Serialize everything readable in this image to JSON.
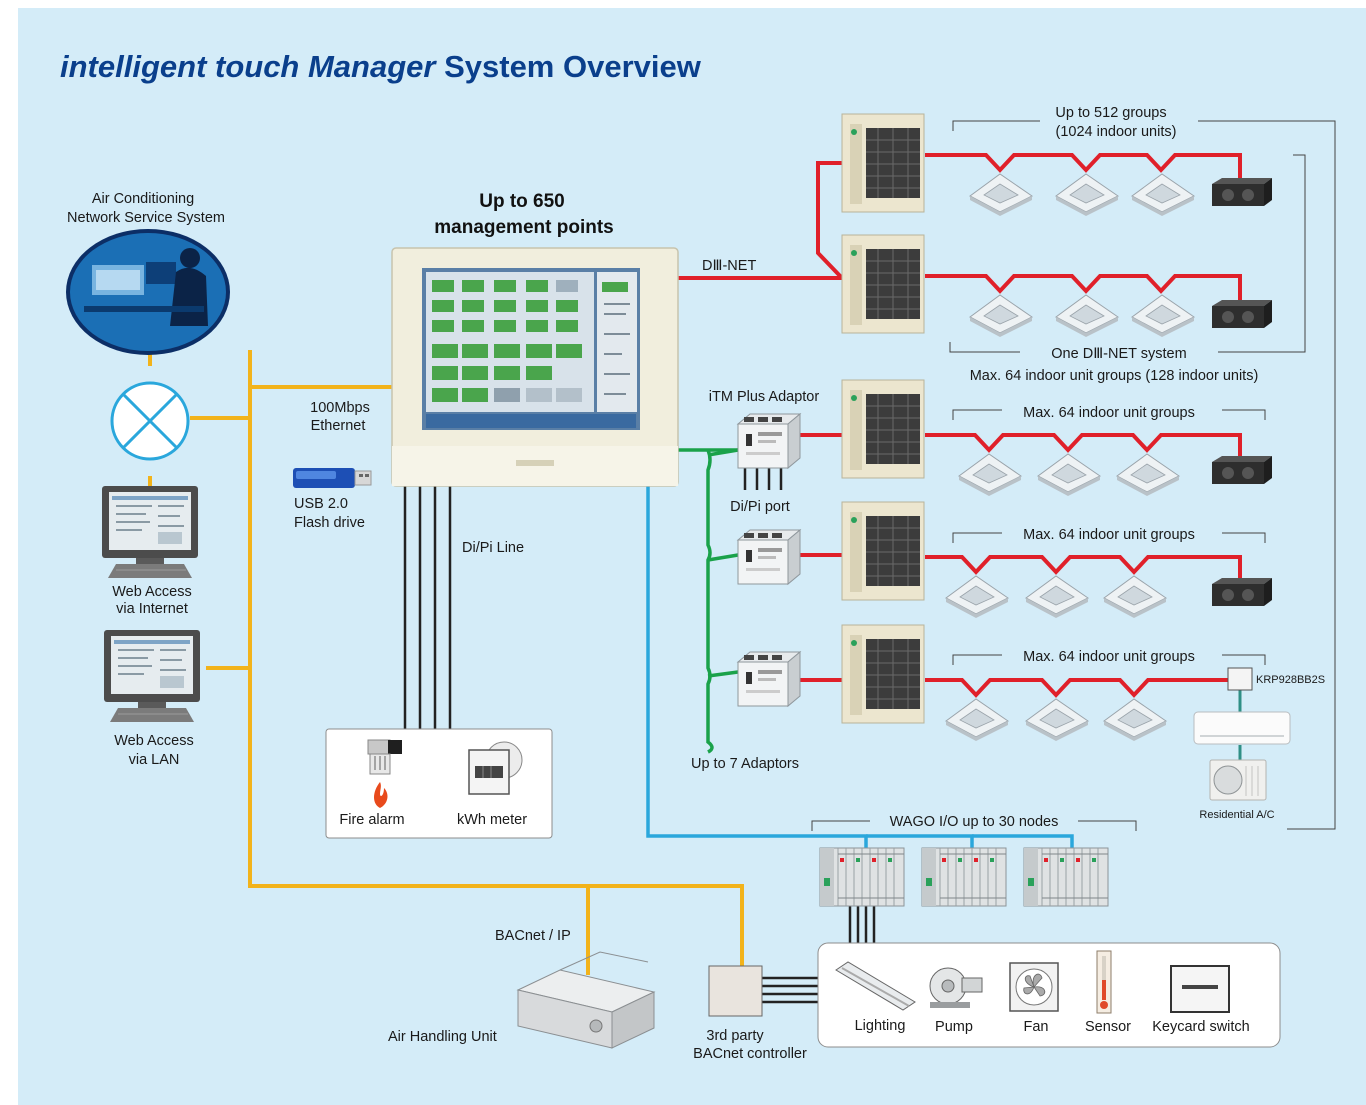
{
  "title": {
    "italic": "intelligent touch Manager",
    "rest": " System Overview"
  },
  "headline": {
    "line1": "Up to 650",
    "line2": "management points"
  },
  "colors": {
    "dnet": "#e0202a",
    "ethernet": "#f2b31b",
    "dipi": "#1aa24a",
    "wago": "#2aa7dc",
    "wire": "#222222",
    "title": "#0a3f8c",
    "background": "#d4ecf8"
  },
  "left": {
    "service_line1": "Air Conditioning",
    "service_line2": "Network Service System",
    "web_internet_line1": "Web Access",
    "web_internet_line2": "via Internet",
    "web_lan_line1": "Web Access",
    "web_lan_line2": "via LAN"
  },
  "connections": {
    "ethernet_line1": "100Mbps",
    "ethernet_line2": "Ethernet",
    "usb_line1": "USB 2.0",
    "usb_line2": "Flash drive",
    "dipi_line": "Di/Pi Line",
    "dnet": "DⅢ-NET",
    "bacnet": "BACnet / IP"
  },
  "dipi_devices": {
    "fire_alarm": "Fire alarm",
    "kwh_meter": "kWh meter"
  },
  "groups": {
    "top_line1": "Up to 512 groups",
    "top_line2": "(1024 indoor units)",
    "system_line1": "One DⅢ-NET system",
    "system_line2": "Max. 64 indoor unit groups (128 indoor units)",
    "adaptor_group": "Max. 64 indoor unit groups"
  },
  "adaptors": {
    "label": "iTM Plus Adaptor",
    "port": "Di/Pi port",
    "max": "Up to 7 Adaptors"
  },
  "residential": {
    "adaptor": "KRP928BB2S",
    "label": "Residential A/C"
  },
  "wago": {
    "label": "WAGO I/O up to 30 nodes"
  },
  "wago_devices": [
    "Lighting",
    "Pump",
    "Fan",
    "Sensor",
    "Keycard switch"
  ],
  "bacnet_devices": {
    "ahu": "Air Handling Unit",
    "controller_line1": "3rd party",
    "controller_line2": "BACnet controller"
  },
  "icons": [
    "globe-icon",
    "hub-icon",
    "computer-icon",
    "controller-screen-icon",
    "usb-drive-icon",
    "fire-alarm-icon",
    "kwh-meter-icon",
    "outdoor-unit-icon",
    "cassette-unit-icon",
    "duct-unit-icon",
    "adaptor-icon",
    "wago-module-icon",
    "lighting-icon",
    "pump-icon",
    "fan-icon",
    "sensor-icon",
    "keycard-icon",
    "ahu-icon",
    "wall-unit-icon",
    "residential-outdoor-icon"
  ]
}
